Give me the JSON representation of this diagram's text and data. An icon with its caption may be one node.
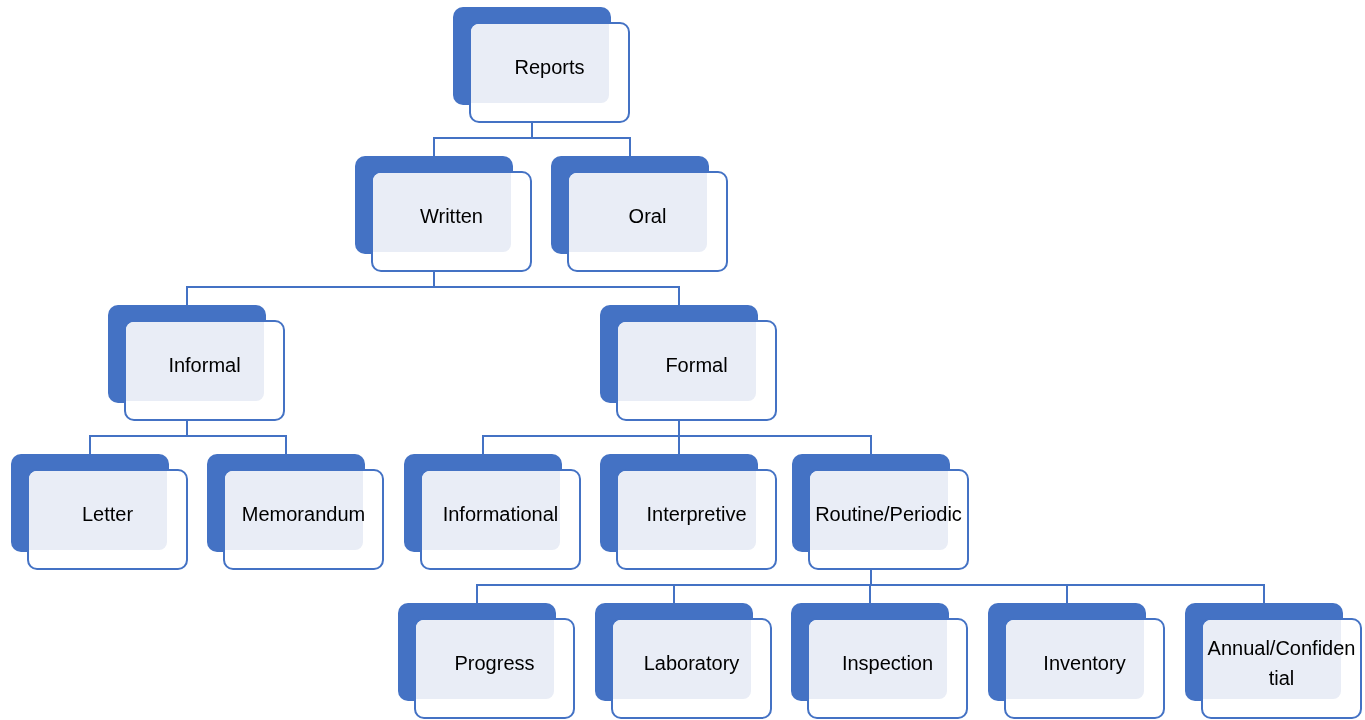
{
  "diagram": {
    "nodes": [
      {
        "text": [
          "Reports"
        ]
      },
      {
        "text": [
          "Written"
        ]
      },
      {
        "text": [
          "Oral"
        ]
      },
      {
        "text": [
          "Informal"
        ]
      },
      {
        "text": [
          "Formal"
        ]
      },
      {
        "text": [
          "Letter"
        ]
      },
      {
        "text": [
          "Memorandum"
        ]
      },
      {
        "text": [
          "Informational"
        ]
      },
      {
        "text": [
          "Interpretive"
        ]
      },
      {
        "text": [
          "Routine/Periodic"
        ]
      },
      {
        "text": [
          "Progress"
        ]
      },
      {
        "text": [
          "Laboratory"
        ]
      },
      {
        "text": [
          "Inspection"
        ]
      },
      {
        "text": [
          "Inventory"
        ]
      },
      {
        "text": [
          "Annual/Confidential"
        ]
      }
    ],
    "edges": [
      {
        "from": 0,
        "to": 1,
        "arrow": "none"
      },
      {
        "from": 0,
        "to": 2,
        "arrow": "none"
      },
      {
        "from": 1,
        "to": 3,
        "arrow": "none"
      },
      {
        "from": 1,
        "to": 4,
        "arrow": "none"
      },
      {
        "from": 3,
        "to": 5,
        "arrow": "none"
      },
      {
        "from": 3,
        "to": 6,
        "arrow": "none"
      },
      {
        "from": 4,
        "to": 7,
        "arrow": "none"
      },
      {
        "from": 4,
        "to": 8,
        "arrow": "none"
      },
      {
        "from": 4,
        "to": 9,
        "arrow": "none"
      },
      {
        "from": 9,
        "to": 10,
        "arrow": "none"
      },
      {
        "from": 9,
        "to": 11,
        "arrow": "none"
      },
      {
        "from": 9,
        "to": 12,
        "arrow": "none"
      },
      {
        "from": 9,
        "to": 13,
        "arrow": "none"
      },
      {
        "from": 9,
        "to": 14,
        "arrow": "none"
      }
    ]
  }
}
